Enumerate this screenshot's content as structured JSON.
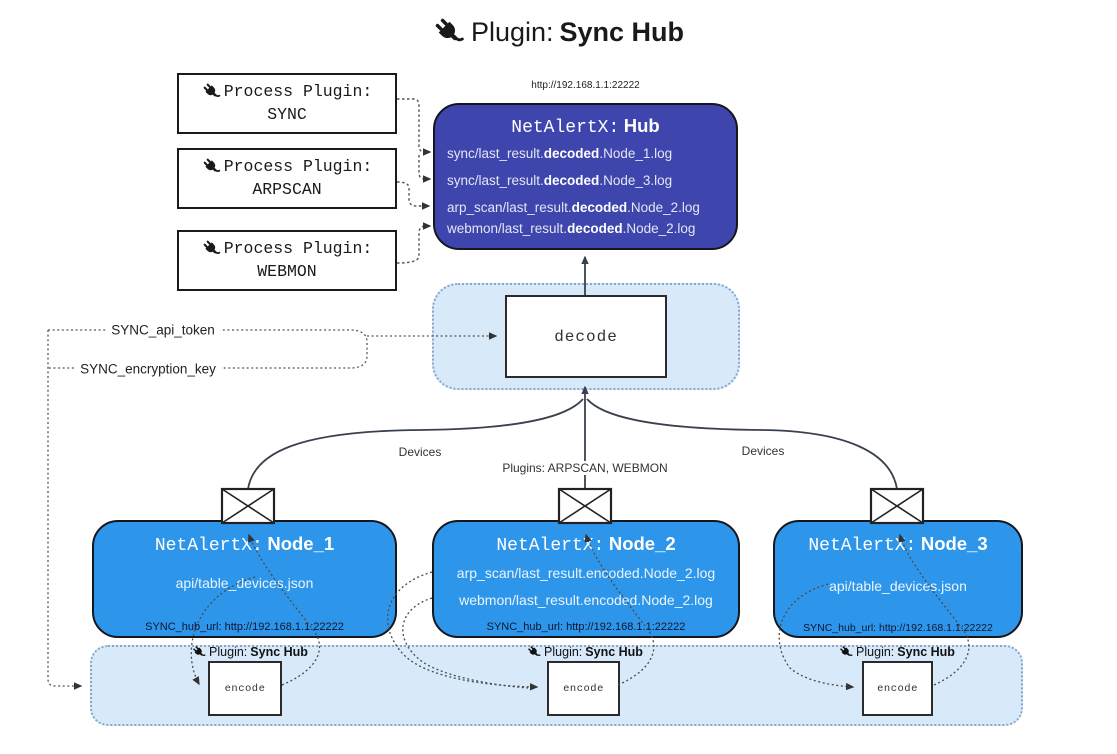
{
  "title": {
    "prefix": "Plugin:",
    "name": "Sync Hub"
  },
  "hub": {
    "url": "http://192.168.1.1:22222",
    "name_prefix": "NetAlertX:",
    "name": "Hub",
    "lines": [
      {
        "pre": "sync/last_result.",
        "bold": "decoded",
        "post": ".Node_1.log"
      },
      {
        "pre": "sync/last_result.",
        "bold": "decoded",
        "post": ".Node_3.log"
      },
      {
        "pre": "arp_scan/last_result.",
        "bold": "decoded",
        "post": ".Node_2.log"
      },
      {
        "pre": "webmon/last_result.",
        "bold": "decoded",
        "post": ".Node_2.log"
      }
    ]
  },
  "process_plugins": [
    {
      "label": "Process Plugin:",
      "name": "SYNC"
    },
    {
      "label": "Process Plugin:",
      "name": "ARPSCAN"
    },
    {
      "label": "Process Plugin:",
      "name": "WEBMON"
    }
  ],
  "decode": {
    "label": "decode"
  },
  "settings": {
    "api_token": "SYNC_api_token",
    "encryption_key": "SYNC_encryption_key"
  },
  "edge_labels": {
    "devices_left": "Devices",
    "plugins_mid": "Plugins: ARPSCAN, WEBMON",
    "devices_right": "Devices"
  },
  "nodes": [
    {
      "name_prefix": "NetAlertX:",
      "name": "Node_1",
      "lines": [
        "api/table_devices.json"
      ],
      "hub_url": "SYNC_hub_url: http://192.168.1.1:22222"
    },
    {
      "name_prefix": "NetAlertX:",
      "name": "Node_2",
      "lines": [
        "arp_scan/last_result.encoded.Node_2.log",
        "webmon/last_result.encoded.Node_2.log"
      ],
      "hub_url": "SYNC_hub_url: http://192.168.1.1:22222"
    },
    {
      "name_prefix": "NetAlertX:",
      "name": "Node_3",
      "lines": [
        "api/table_devices.json"
      ],
      "hub_url": "SYNC_hub_url: http://192.168.1.1:22222"
    }
  ],
  "encoders": [
    {
      "plugin_prefix": "Plugin:",
      "plugin_name": "Sync Hub",
      "label": "encode"
    },
    {
      "plugin_prefix": "Plugin:",
      "plugin_name": "Sync Hub",
      "label": "encode"
    },
    {
      "plugin_prefix": "Plugin:",
      "plugin_name": "Sync Hub",
      "label": "encode"
    }
  ],
  "colors": {
    "hub_bg": "#3e46ae",
    "node_bg": "#2e96ea",
    "band_bg": "#d8e9fa",
    "band_border": "#8aa7c9",
    "hub_text": "#e4e6f3",
    "node_text": "#eaf4fd",
    "line": "#39414f",
    "dotted": "#555555"
  }
}
